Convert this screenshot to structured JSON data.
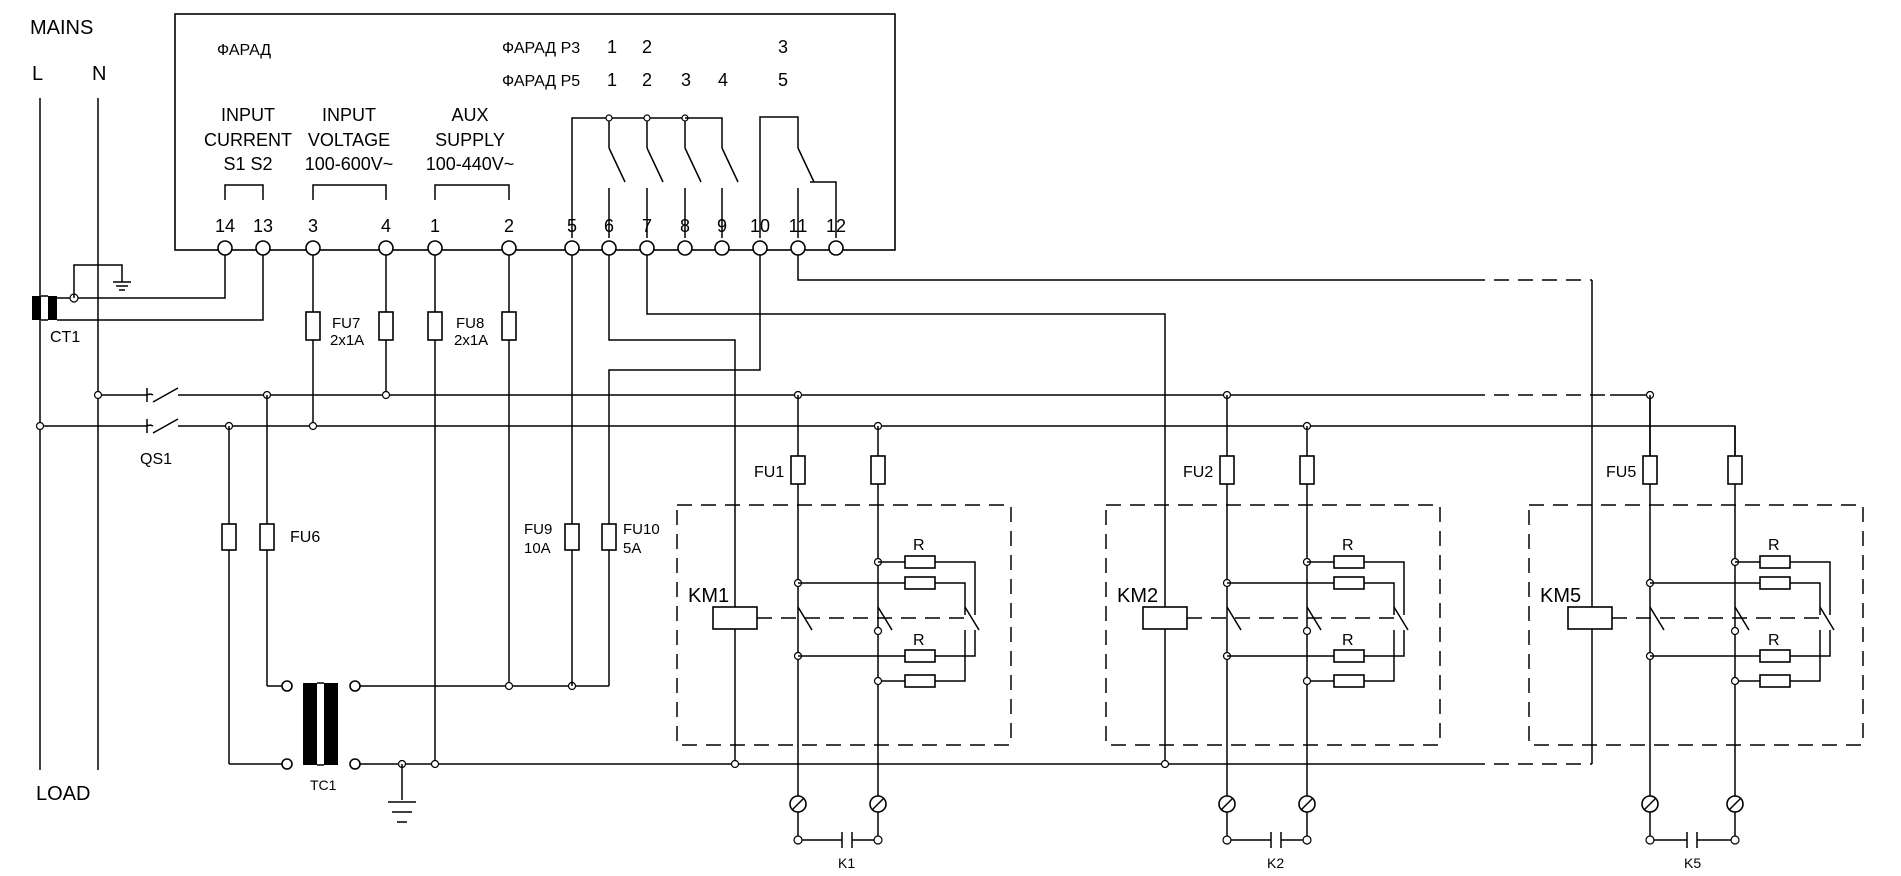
{
  "mains": {
    "title": "MAINS",
    "l": "L",
    "n": "N",
    "load": "LOAD"
  },
  "device": {
    "name": "ФАРАД",
    "p3_label": "ФАРАД Р3",
    "p5_label": "ФАРАД Р5",
    "p3_relays": [
      "1",
      "2",
      "3"
    ],
    "p5_relays": [
      "1",
      "2",
      "3",
      "4",
      "5"
    ],
    "input_current": [
      "INPUT",
      "CURRENT",
      "S1  S2"
    ],
    "input_voltage": [
      "INPUT",
      "VOLTAGE",
      "100-600V~"
    ],
    "aux_supply": [
      "AUX",
      "SUPPLY",
      "100-440V~"
    ],
    "terminals": [
      "14",
      "13",
      "3",
      "4",
      "1",
      "2",
      "5",
      "6",
      "7",
      "8",
      "9",
      "10",
      "11",
      "12"
    ]
  },
  "components": {
    "ct": "CT1",
    "qs": "QS1",
    "tc": "TC1",
    "fu7": [
      "FU7",
      "2x1A"
    ],
    "fu8": [
      "FU8",
      "2x1A"
    ],
    "fu6": "FU6",
    "fu9": [
      "FU9",
      "10A"
    ],
    "fu10": [
      "FU10",
      "5A"
    ]
  },
  "stages": [
    {
      "contactor": "KM1",
      "fuse": "FU1",
      "resistor": "R",
      "capacitor": "K1"
    },
    {
      "contactor": "KM2",
      "fuse": "FU2",
      "resistor": "R",
      "capacitor": "K2"
    },
    {
      "contactor": "KM5",
      "fuse": "FU5",
      "resistor": "R",
      "capacitor": "K5"
    }
  ]
}
